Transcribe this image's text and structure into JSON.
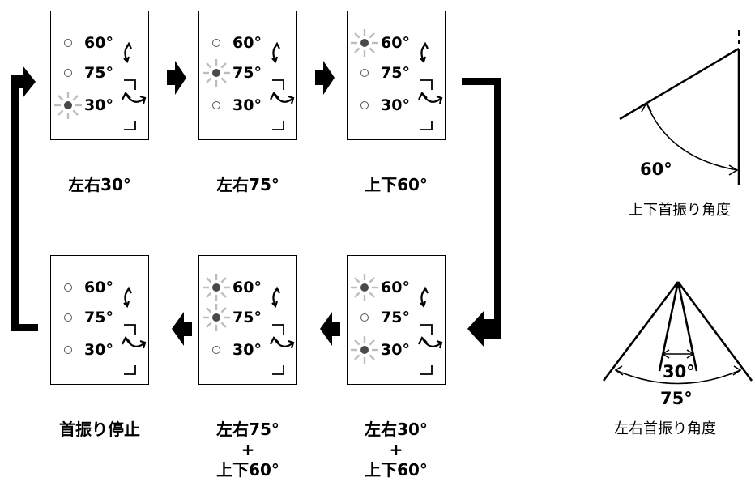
{
  "legend_labels": [
    "60°",
    "75°",
    "30°"
  ],
  "panels": [
    {
      "title": [
        "左右30°"
      ],
      "lit": [
        false,
        false,
        true
      ]
    },
    {
      "title": [
        "左右75°"
      ],
      "lit": [
        false,
        true,
        false
      ]
    },
    {
      "title": [
        "上下60°"
      ],
      "lit": [
        true,
        false,
        false
      ]
    },
    {
      "title": [
        "左右30°",
        "+",
        "上下60°"
      ],
      "lit": [
        true,
        false,
        true
      ]
    },
    {
      "title": [
        "左右75°",
        "+",
        "上下60°"
      ],
      "lit": [
        true,
        true,
        false
      ]
    },
    {
      "title": [
        "首振り停止"
      ],
      "lit": [
        false,
        false,
        false
      ]
    }
  ],
  "vertical_diagram": {
    "angle": "60°",
    "caption": "上下首振り角度"
  },
  "horizontal_diagram": {
    "inner_angle": "30°",
    "outer_angle": "75°",
    "caption": "左右首振り角度"
  },
  "colors": {
    "ink": "#000000",
    "lamp_on": "#4a4a4a",
    "spark": "#bdbdbd"
  }
}
